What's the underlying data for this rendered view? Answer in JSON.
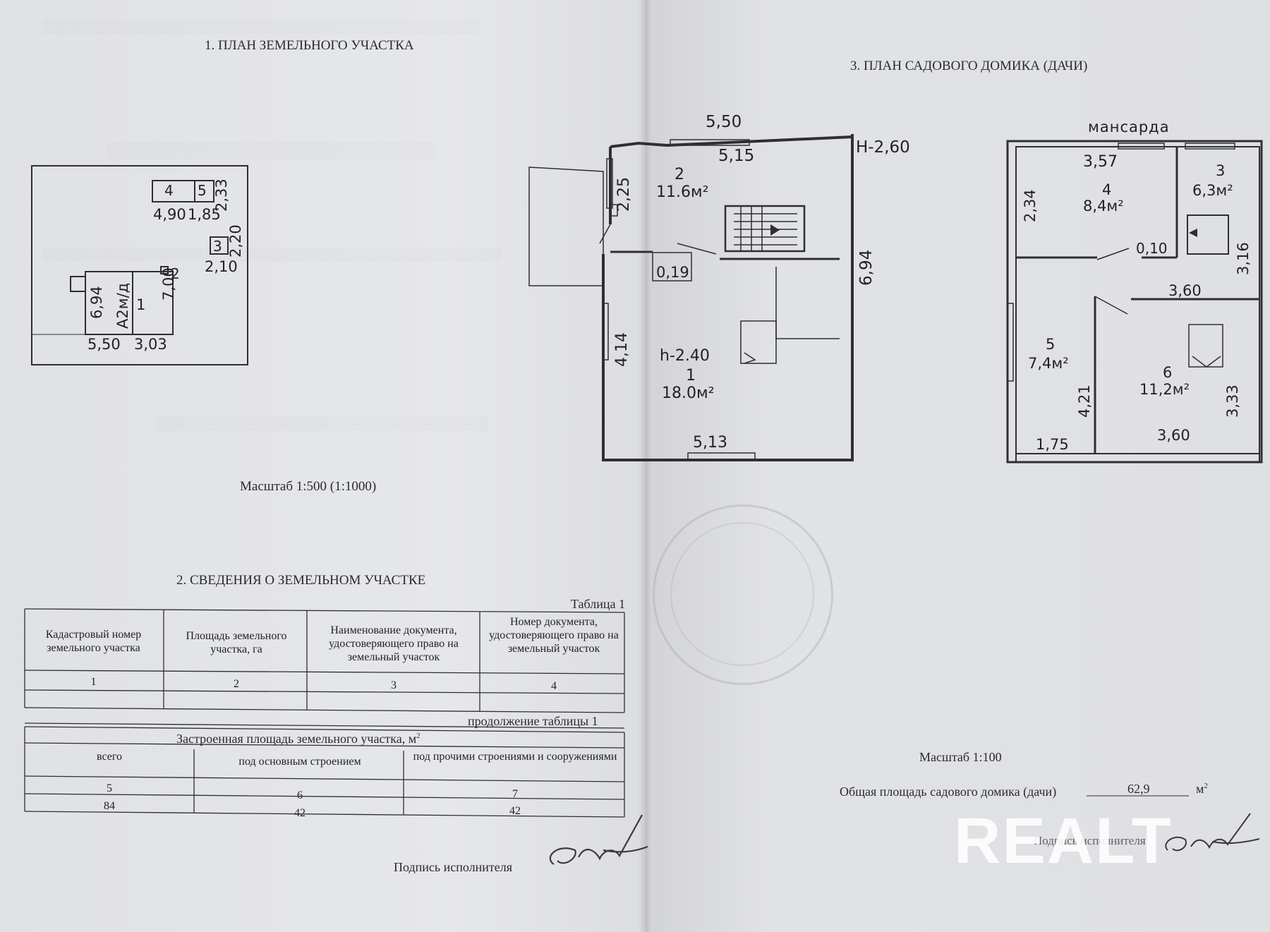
{
  "section1": {
    "title": "1. ПЛАН ЗЕМЕЛЬНОГО УЧАСТКА",
    "scale": "Масштаб 1:500 (1:1000)",
    "plot_labels": {
      "b4": "4",
      "b5": "5",
      "dim_490": "4,90",
      "dim_185": "1,85",
      "dim_233": "2,33",
      "b3": "3",
      "dim_210": "2,10",
      "dim_220": "2,20",
      "dim_694": "6,94",
      "a2": "А2м/д",
      "b1": "1",
      "dim_700": "7,00",
      "b2": "2",
      "dim_550": "5,50",
      "dim_303": "3,03"
    }
  },
  "section2": {
    "title": "2. СВЕДЕНИЯ О ЗЕМЕЛЬНОМ УЧАСТКЕ",
    "table_caption": "Таблица 1",
    "headers": [
      "Кадастровый номер земельного участка",
      "Площадь земельного участка, га",
      "Наименование документа, удостоверяющего право на земельный участок",
      "Номер документа, удостоверяющего право на земельный участок"
    ],
    "numbers": [
      "1",
      "2",
      "3",
      "4"
    ],
    "continuation": "продолжение таблицы 1",
    "built_area_title": "Застроенная площадь земельного участка, м",
    "built_area_sup": "2",
    "sub_headers": [
      "всего",
      "под основным строением",
      "под прочими строениями и сооружениями"
    ],
    "sub_numbers": [
      "5",
      "6",
      "7"
    ],
    "values": [
      "84",
      "42",
      "42"
    ]
  },
  "section3": {
    "title": "3. ПЛАН САДОВОГО ДОМИКА (ДАЧИ)",
    "scale": "Масштаб 1:100",
    "total_label": "Общая площадь садового домика (дачи)",
    "total_value": "62,9",
    "total_unit": "м",
    "total_unit_sup": "2",
    "ground_floor": {
      "dim_top_outer": "5,50",
      "dim_top_inner": "5,15",
      "height_label": "Н-2,60",
      "dim_225": "2,25",
      "room2_num": "2",
      "room2_area": "11.6м²",
      "dim_694": "6,94",
      "dim_019": "0,19",
      "dim_414": "4,14",
      "room1_height": "h-2.40",
      "room1_num": "1",
      "room1_area": "18.0м²",
      "dim_513": "5,13"
    },
    "attic": {
      "label": "мансарда",
      "dim_357": "3,57",
      "room3_num": "3",
      "room3_area": "6,3м²",
      "dim_234": "2,34",
      "room4_num": "4",
      "room4_area": "8,4м²",
      "dim_010": "0,10",
      "dim_316": "3,16",
      "dim_360a": "3,60",
      "room5_num": "5",
      "room5_area": "7,4м²",
      "room6_num": "6",
      "room6_area": "11,2м²",
      "dim_421": "4,21",
      "dim_333": "3,33",
      "dim_175": "1,75",
      "dim_360b": "3,60"
    }
  },
  "signatures": {
    "left_label": "Подпись исполнителя",
    "right_label": "Подпись исполнителя"
  },
  "watermark": "REALT"
}
